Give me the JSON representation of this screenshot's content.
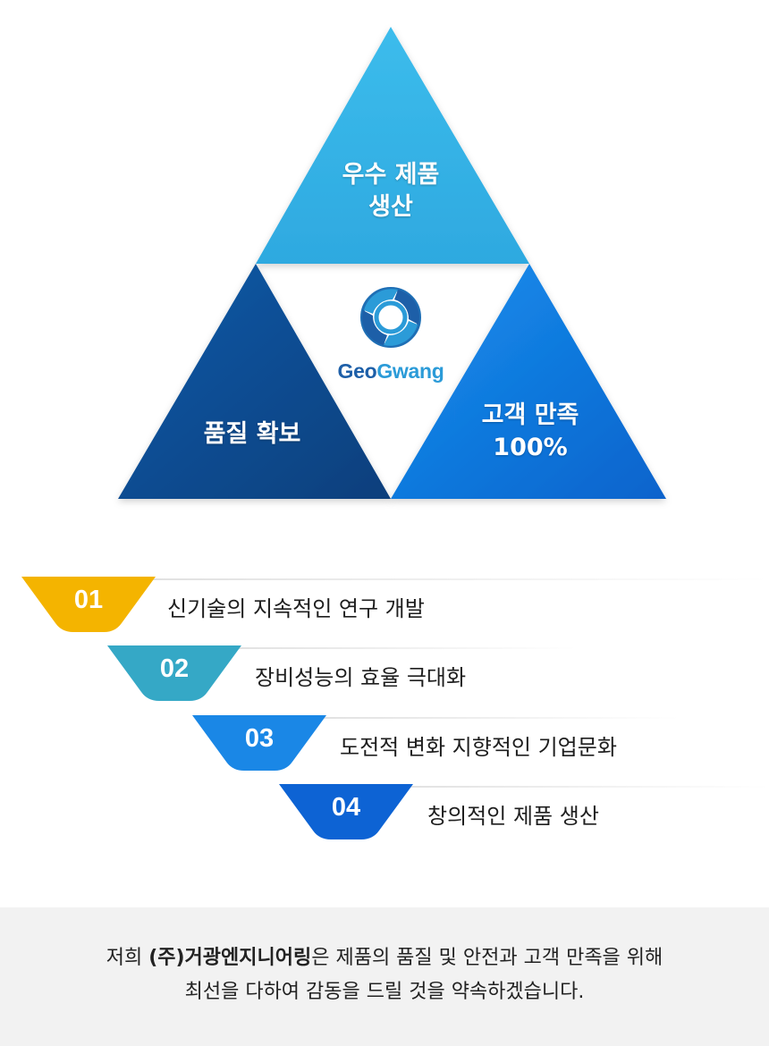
{
  "pyramid": {
    "top": {
      "line1": "우수 제품",
      "line2": "생산",
      "color": "#35b4e6"
    },
    "left": {
      "line1": "품질 확보",
      "color": "#0b4a8e"
    },
    "right": {
      "line1": "고객 만족",
      "line2": "100%",
      "color": "#1279e0"
    },
    "logo": {
      "word1": "Geo",
      "word2": "Gwang",
      "icon": "swirl-logo-icon",
      "color1": "#1d5fa8",
      "color2": "#2b9bd8"
    }
  },
  "values": [
    {
      "num": "01",
      "text": "신기술의 지속적인 연구 개발",
      "color": "#f4b400"
    },
    {
      "num": "02",
      "text": "장비성능의 효율 극대화",
      "color": "#35a8c6"
    },
    {
      "num": "03",
      "text": "도전적 변화 지향적인 기업문화",
      "color": "#1a87e6"
    },
    {
      "num": "04",
      "text": "창의적인 제품 생산",
      "color": "#0d63d4"
    }
  ],
  "footer": {
    "l1_pre": "저희 ",
    "company": "(주)거광엔지니어링",
    "l1_post": "은 제품의 품질 및 안전과 고객 만족을 위해",
    "l2": "최선을 다하여 감동을 드릴 것을 약속하겠습니다."
  }
}
